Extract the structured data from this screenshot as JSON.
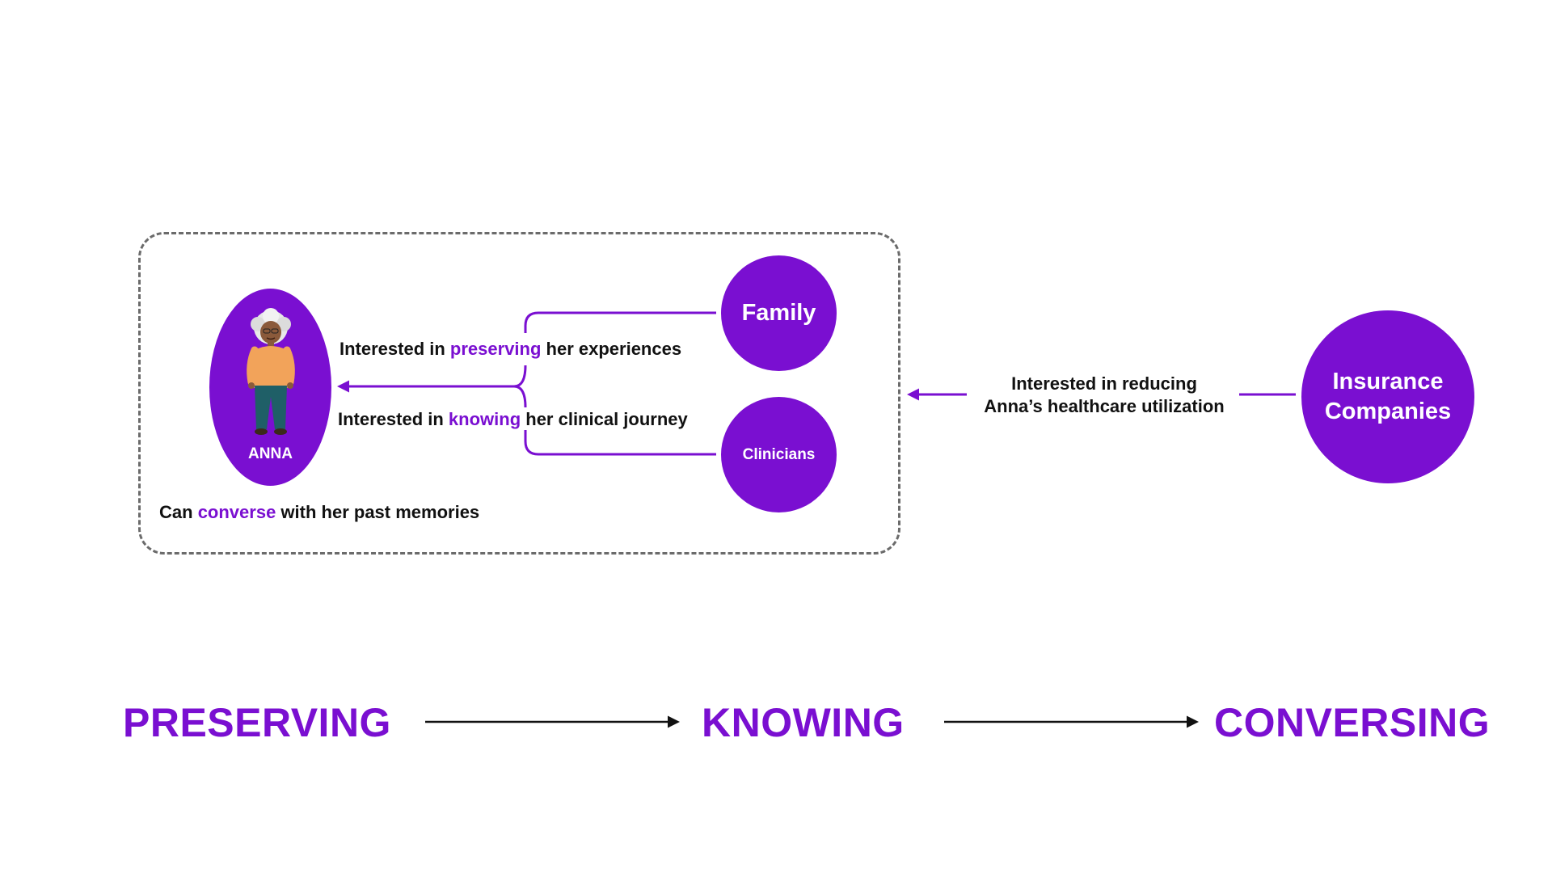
{
  "colors": {
    "accent": "#7a0fd1",
    "text": "#111111",
    "dashed_border": "#6b6b6b"
  },
  "anna": {
    "name": "ANNA",
    "icon": "elderly-woman-avatar"
  },
  "family": {
    "label": "Family"
  },
  "clinicians": {
    "label": "Clinicians"
  },
  "insurance": {
    "line1": "Insurance",
    "line2": "Companies"
  },
  "labels": {
    "preserve": {
      "before": "Interested in ",
      "highlight": "preserving",
      "after": " her experiences"
    },
    "knowing": {
      "before": "Interested in ",
      "highlight": "knowing",
      "after": " her clinical journey"
    },
    "converse": {
      "before": "Can ",
      "highlight": "converse",
      "after": " with her past memories"
    },
    "insurance_line1": "Interested in reducing",
    "insurance_line2": "Anna’s healthcare utilization"
  },
  "flow": {
    "step1": "PRESERVING",
    "step2": "KNOWING",
    "step3": "CONVERSING"
  }
}
